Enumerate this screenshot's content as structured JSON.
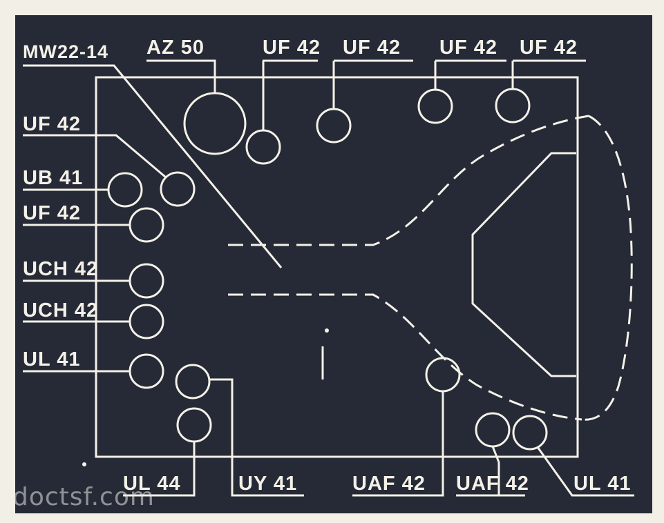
{
  "diagram": {
    "crt": "MW22-14",
    "tubes": {
      "rectifier": "AZ 50",
      "top_1": "UF 42",
      "top_2": "UF 42",
      "top_3": "UF 42",
      "top_4": "UF 42",
      "left_1": "UF 42",
      "left_2": "UB 41",
      "left_3": "UF 42",
      "left_4": "UCH 42",
      "left_5": "UCH 42",
      "left_6": "UL 41",
      "bottom_1": "UL 44",
      "bottom_2": "UY 41",
      "bottom_3": "UAF 42",
      "bottom_4": "UAF 42",
      "bottom_5": "UL 41"
    },
    "watermark": "doctsf.com"
  },
  "colors": {
    "panel": "#262a36",
    "ink": "#f4f1e8",
    "paper": "#f2efe6"
  }
}
